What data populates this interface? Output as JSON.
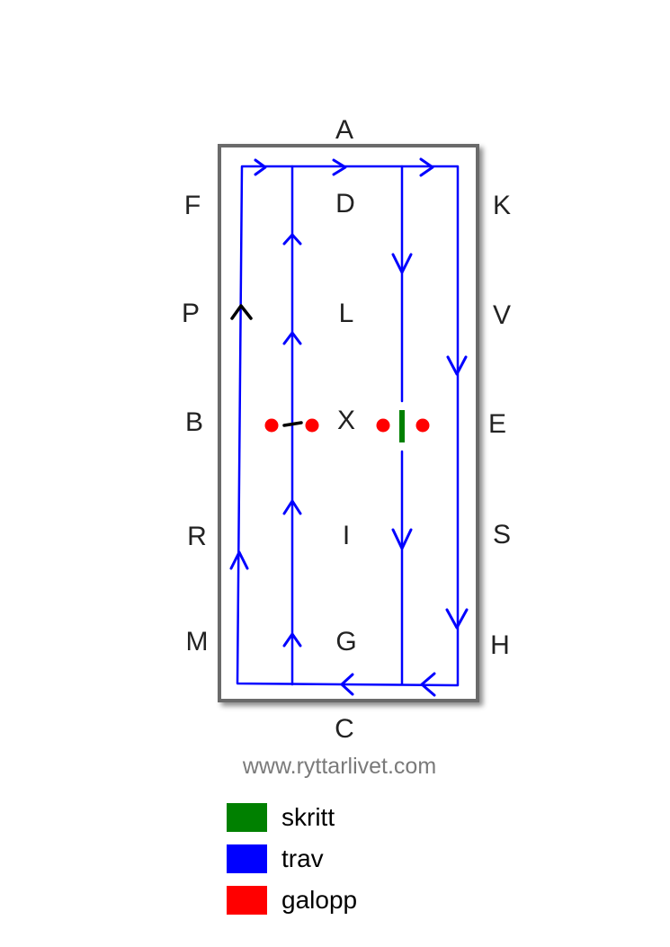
{
  "arena": {
    "markers": {
      "top": "A",
      "bottom": "C",
      "left": [
        "F",
        "P",
        "B",
        "R",
        "M"
      ],
      "right": [
        "K",
        "V",
        "E",
        "S",
        "H"
      ],
      "center": [
        "D",
        "L",
        "X",
        "I",
        "G"
      ]
    }
  },
  "site": {
    "url": "www.ryttarlivet.com"
  },
  "legend": [
    {
      "label": "skritt",
      "color": "#008000"
    },
    {
      "label": "trav",
      "color": "#0000ff"
    },
    {
      "label": "galopp",
      "color": "#ff0000"
    }
  ]
}
